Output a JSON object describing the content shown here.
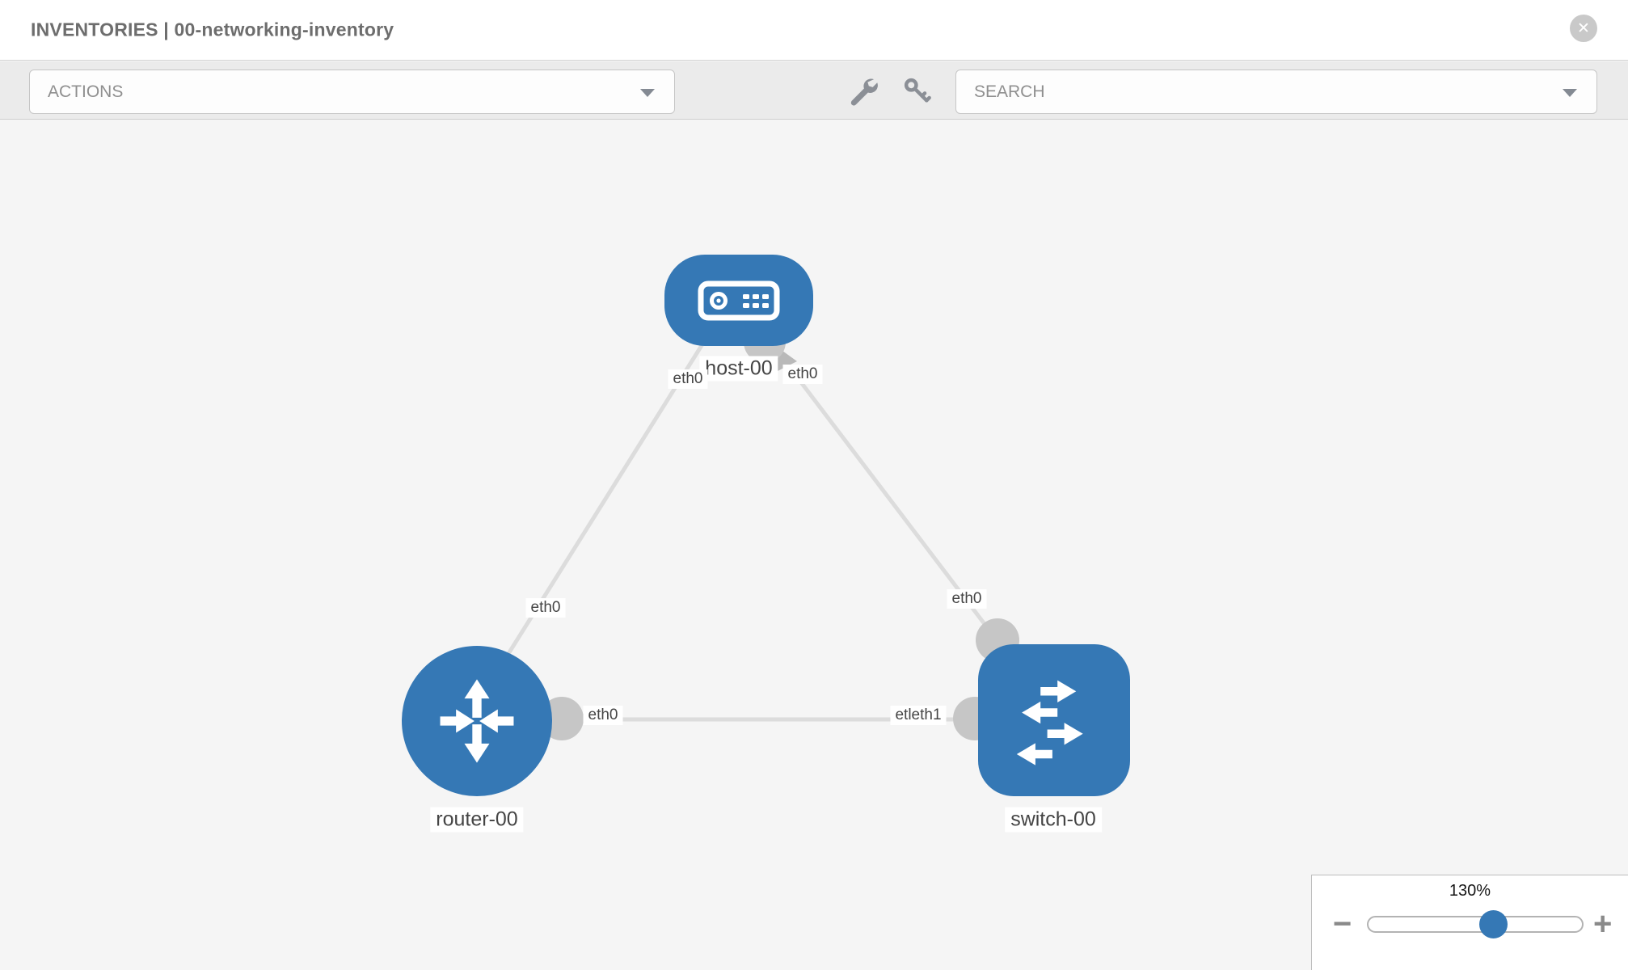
{
  "header": {
    "title": "INVENTORIES | 00-networking-inventory",
    "close_glyph": "✕"
  },
  "toolbar": {
    "actions_label": "ACTIONS",
    "search_label": "SEARCH",
    "icons": [
      "wrench-icon",
      "key-icon"
    ]
  },
  "topology": {
    "nodes": [
      {
        "name": "host-00",
        "type": "host"
      },
      {
        "name": "router-00",
        "type": "router"
      },
      {
        "name": "switch-00",
        "type": "switch"
      }
    ],
    "links": [
      {
        "from": "host-00",
        "to": "router-00",
        "labels": [
          "eth0",
          "eth0"
        ]
      },
      {
        "from": "host-00",
        "to": "switch-00",
        "labels": [
          "eth0",
          "eth0"
        ]
      },
      {
        "from": "router-00",
        "to": "switch-00",
        "labels": [
          "eth0",
          "etleth1"
        ]
      }
    ]
  },
  "zoom_control": {
    "value": "130%",
    "minus_glyph": "−",
    "plus_glyph": "+",
    "thumb_percent": 65
  },
  "colors": {
    "node_blue": "#3578b5",
    "link_gray": "#dcdcdc",
    "connector_gray": "#c6c6c6",
    "toolbar_bg": "#ebebeb",
    "canvas_bg": "#f5f5f5",
    "title_gray": "#6d6d6d",
    "icon_gray": "#8b8f96"
  }
}
